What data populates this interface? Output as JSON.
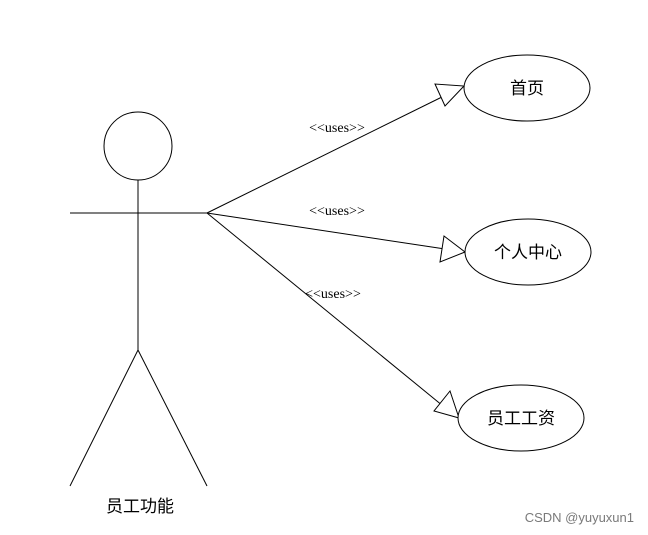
{
  "diagram": {
    "type": "use-case",
    "actor": {
      "label": "员工功能"
    },
    "use_cases": [
      {
        "label": "首页",
        "relation": "<<uses>>"
      },
      {
        "label": "个人中心",
        "relation": "<<uses>>"
      },
      {
        "label": "员工工资",
        "relation": "<<uses>>"
      }
    ]
  },
  "watermark": "CSDN @yuyuxun1",
  "colors": {
    "line": "#000000",
    "background": "#ffffff",
    "watermark": "#7a7a7a"
  }
}
